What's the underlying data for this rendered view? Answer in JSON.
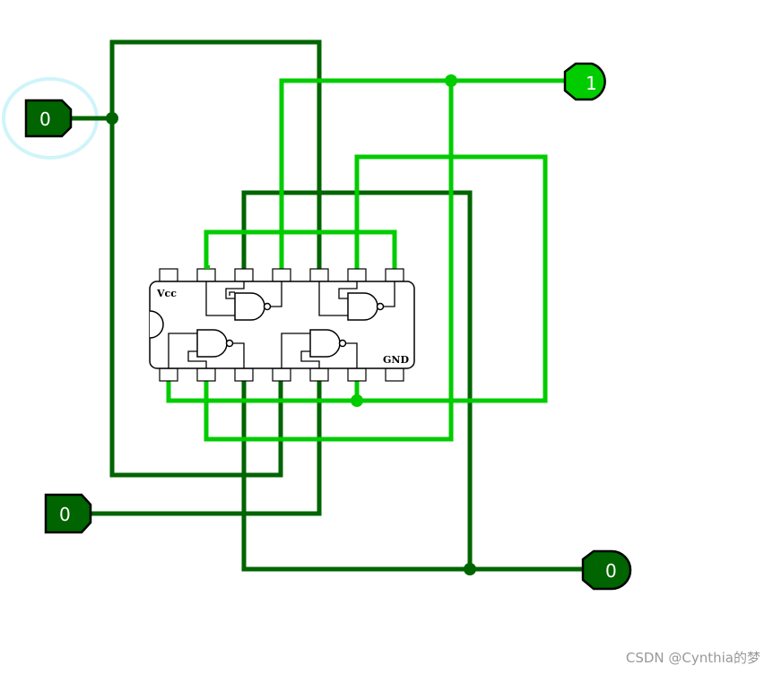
{
  "colors": {
    "low": "#006400",
    "high": "#00cc00",
    "selection": "#cff4fa"
  },
  "chip": {
    "vcc_label": "Vcc",
    "gnd_label": "GND"
  },
  "inputs": [
    {
      "id": "in-a",
      "value": "0"
    },
    {
      "id": "in-b",
      "value": "0"
    }
  ],
  "outputs": [
    {
      "id": "out-1",
      "value": "1"
    },
    {
      "id": "out-2",
      "value": "0"
    }
  ],
  "watermark": "CSDN @Cynthia的梦"
}
